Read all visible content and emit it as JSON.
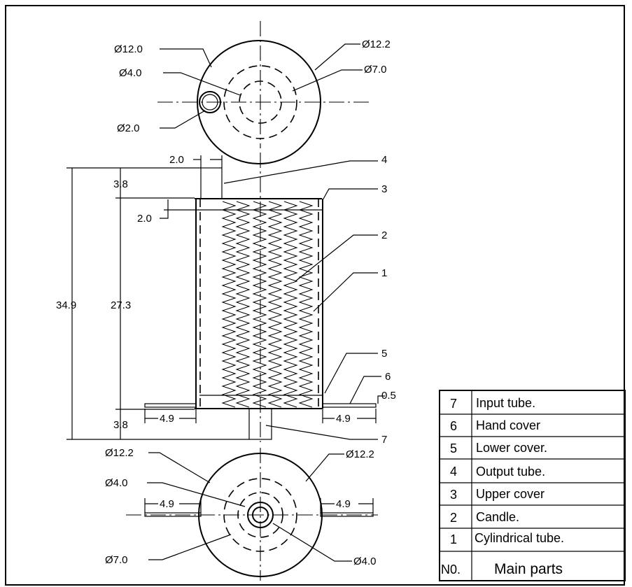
{
  "top_view": {
    "labels": {
      "d12_0": "Ø12.0",
      "d12_2": "Ø12.2",
      "d4_0": "Ø4.0",
      "d7_0": "Ø7.0",
      "d2_0": "Ø2.0"
    }
  },
  "side_view": {
    "dims": {
      "tube_width": "2.0",
      "top_offset": "3.8",
      "cover_thickness": "2.0",
      "total_height": "34.9",
      "body_height": "27.3",
      "bottom_offset": "3.8",
      "flange_left": "4.9",
      "flange_right": "4.9",
      "flange_thickness": "0.5"
    },
    "callouts": [
      "4",
      "3",
      "2",
      "1",
      "5",
      "6",
      "7"
    ]
  },
  "bottom_view": {
    "labels": {
      "d12_2_left": "Ø12.2",
      "d12_2_right": "Ø12.2",
      "d4_0_top": "Ø4.0",
      "d7_0": "Ø7.0",
      "d4_0_bottom": "Ø4.0",
      "flange_left": "4.9",
      "flange_right": "4.9"
    }
  },
  "parts_table": {
    "rows": [
      {
        "no": "7",
        "name": "Input tube."
      },
      {
        "no": "6",
        "name": "Hand cover"
      },
      {
        "no": "5",
        "name": "Lower cover."
      },
      {
        "no": "4",
        "name": "Output tube."
      },
      {
        "no": "3",
        "name": "Upper cover"
      },
      {
        "no": "2",
        "name": "Candle."
      },
      {
        "no": "1",
        "name": "Cylindrical tube."
      }
    ],
    "header_no": "N0.",
    "header_name": "Main parts"
  }
}
